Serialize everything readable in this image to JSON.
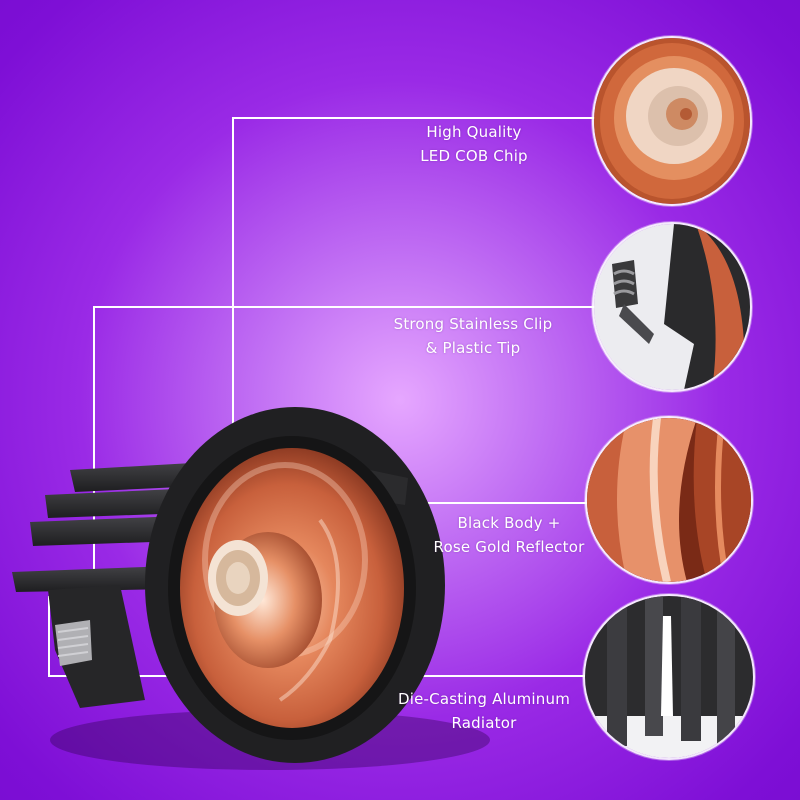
{
  "features": [
    {
      "id": "led-cob-chip",
      "lines": [
        "High Quality",
        "LED COB Chip"
      ],
      "thumb_icon": "cob-chip-closeup"
    },
    {
      "id": "stainless-clip",
      "lines": [
        "Strong Stainless Clip",
        "& Plastic Tip"
      ],
      "thumb_icon": "spring-clip-closeup"
    },
    {
      "id": "reflector",
      "lines": [
        "Black Body +",
        "Rose Gold Reflector"
      ],
      "thumb_icon": "reflector-closeup"
    },
    {
      "id": "radiator",
      "lines": [
        "Die-Casting Aluminum",
        "Radiator"
      ],
      "thumb_icon": "aluminum-fins-closeup"
    }
  ],
  "colors": {
    "background": "#8a1fe0",
    "rose_gold": "#d8734a",
    "body_black": "#2a2a2c",
    "callout_line": "#ffffff"
  }
}
